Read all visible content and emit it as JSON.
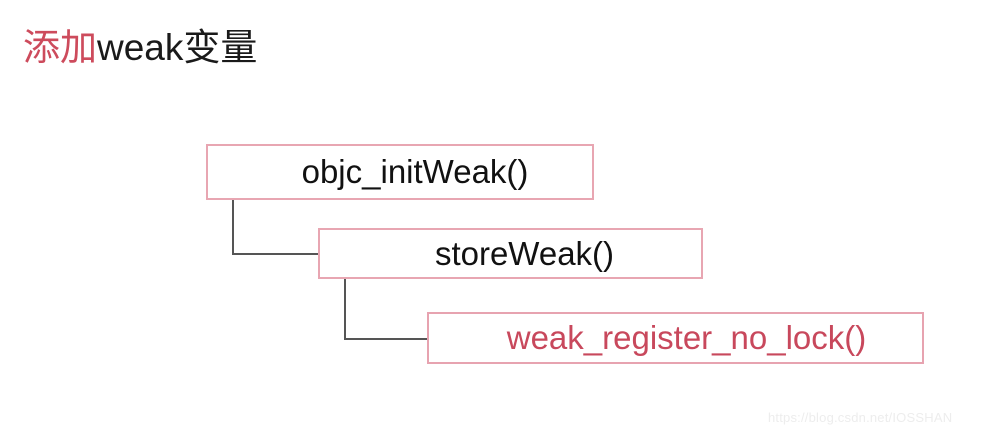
{
  "page": {
    "background_color": "#ffffff",
    "title": {
      "cn_part": "添加",
      "rest_part": "weak变量",
      "cn_color": "#cd4b5c",
      "rest_color": "#1a1a1a"
    }
  },
  "diagram": {
    "type": "call-stack-flow",
    "box_border_color": "#e8a6b2",
    "connector_color": "#555555",
    "nodes": [
      {
        "id": "objc_initWeak",
        "label": "objc_initWeak()",
        "text_color": "#111111",
        "level": 1
      },
      {
        "id": "storeWeak",
        "label": "storeWeak()",
        "text_color": "#111111",
        "level": 2
      },
      {
        "id": "weak_register_no_lock",
        "label": "weak_register_no_lock()",
        "text_color": "#c8485c",
        "level": 3
      }
    ],
    "connectors": [
      {
        "from": "objc_initWeak",
        "to": "storeWeak",
        "style": "elbow"
      },
      {
        "from": "storeWeak",
        "to": "weak_register_no_lock",
        "style": "elbow"
      }
    ]
  },
  "watermark": {
    "text": "https://blog.csdn.net/IOSSHAN",
    "color": "#ededed"
  }
}
